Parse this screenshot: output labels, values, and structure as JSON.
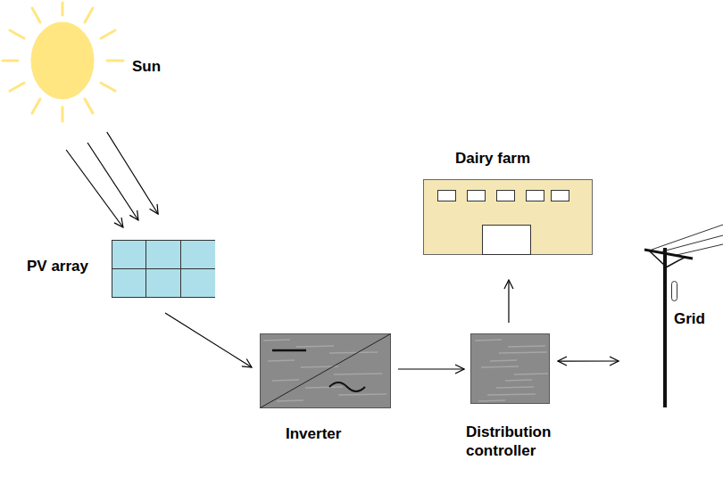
{
  "diagram": {
    "nodes": [
      {
        "text": [
          "Sun"
        ]
      },
      {
        "text": [
          "PV array"
        ]
      },
      {
        "text": [
          "Inverter"
        ]
      },
      {
        "text": [
          "Distribution controller"
        ]
      },
      {
        "text": [
          "Dairy farm"
        ]
      },
      {
        "text": [
          "Grid"
        ]
      }
    ],
    "edges": [
      {
        "from": 0,
        "to": 1,
        "arrow": "to"
      },
      {
        "from": 0,
        "to": 1,
        "arrow": "to"
      },
      {
        "from": 0,
        "to": 1,
        "arrow": "to"
      },
      {
        "from": 1,
        "to": 2,
        "arrow": "to"
      },
      {
        "from": 2,
        "to": 3,
        "arrow": "to"
      },
      {
        "from": 3,
        "to": 4,
        "arrow": "to"
      },
      {
        "from": 3,
        "to": 5,
        "arrow": "both"
      }
    ]
  }
}
